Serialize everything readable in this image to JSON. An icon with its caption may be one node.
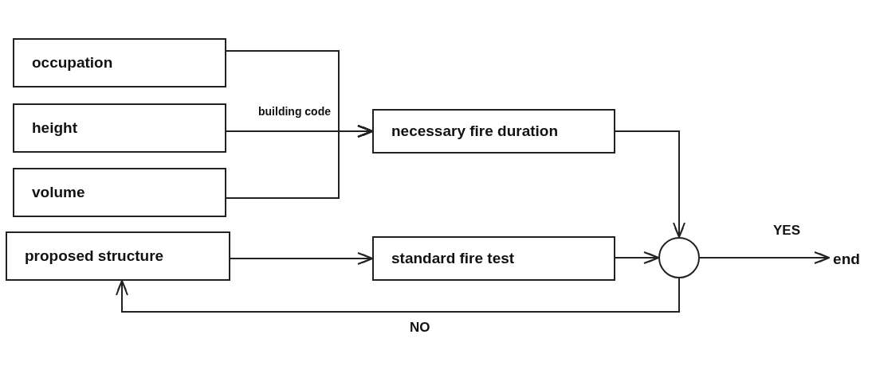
{
  "diagram": {
    "nodes": [
      {
        "text": [
          "occupation"
        ]
      },
      {
        "text": [
          "height"
        ]
      },
      {
        "text": [
          "volume"
        ]
      },
      {
        "text": [
          "proposed structure"
        ]
      },
      {
        "text": [
          "necessary fire duration"
        ]
      },
      {
        "text": [
          "standard fire test"
        ]
      },
      {
        "text": [],
        "shape": "circle"
      },
      {
        "text": [
          "end"
        ]
      }
    ],
    "edges": [
      {
        "from": 0,
        "to": 4,
        "arrow": "to"
      },
      {
        "from": 1,
        "to": 4,
        "arrow": "to",
        "label": "building code"
      },
      {
        "from": 2,
        "to": 4,
        "arrow": "to"
      },
      {
        "from": 4,
        "to": 6,
        "arrow": "to"
      },
      {
        "from": 3,
        "to": 5,
        "arrow": "to"
      },
      {
        "from": 5,
        "to": 6,
        "arrow": "to"
      },
      {
        "from": 6,
        "to": 7,
        "arrow": "to",
        "label": "YES"
      },
      {
        "from": 6,
        "to": 3,
        "arrow": "to",
        "label": "NO"
      }
    ]
  }
}
